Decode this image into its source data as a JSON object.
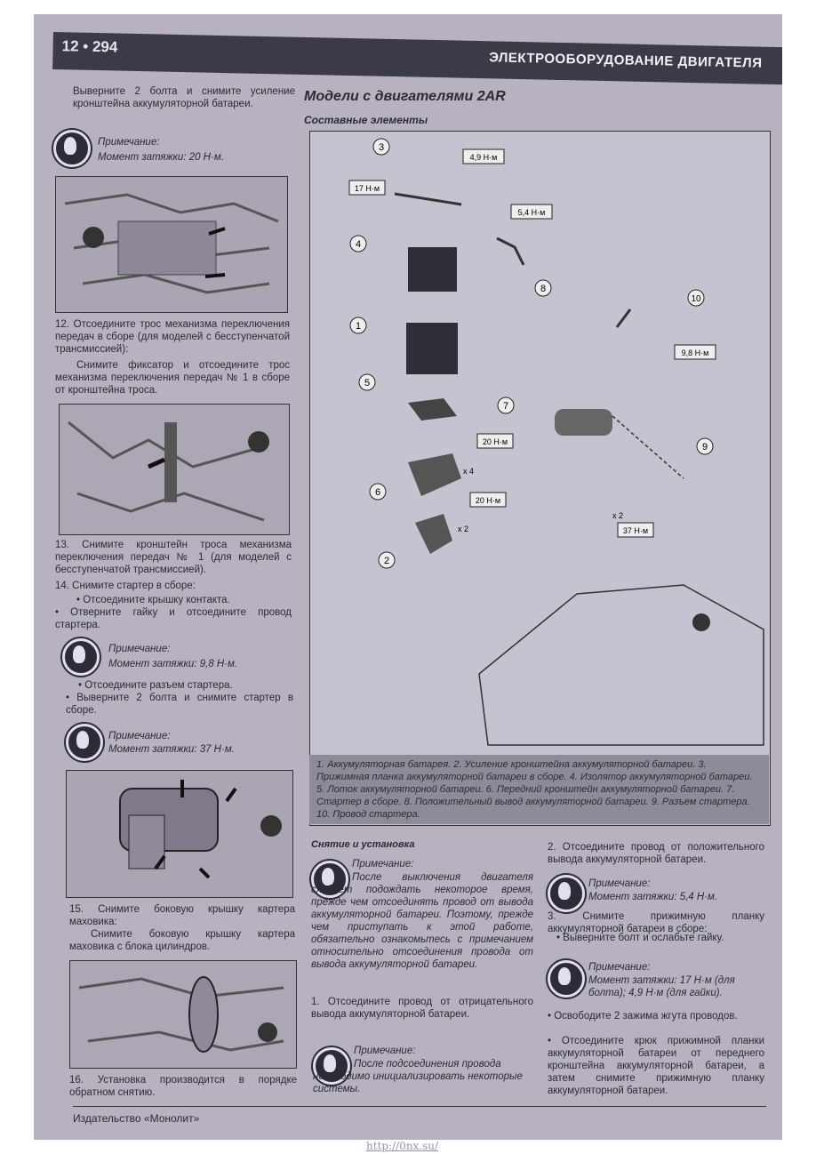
{
  "header": {
    "page_number": "12 • 294",
    "section_title": "ЭЛЕКТРООБОРУДОВАНИЕ ДВИГАТЕЛЯ"
  },
  "left": {
    "intro": "Выверните 2 болта и снимите усиление кронштейна аккумуляторной батареи.",
    "note1_title": "Примечание:",
    "note1_text": "Момент затяжки: 20 Н·м.",
    "step12": "12. Отсоедините трос механизма переключения передач в сборе (для моделей с бесступенчатой трансмиссией):",
    "step12b": "Снимите фиксатор и отсоедините трос механизма переключения передач № 1 в сборе от кронштейна троса.",
    "step13": "13. Снимите кронштейн троса механизма переключения передач № 1 (для моделей с бесступенчатой трансмиссией).",
    "step14": "14. Снимите стартер в сборе:",
    "bullet1": "Отсоедините крышку контакта.",
    "bullet2": "Отверните гайку и отсоедините провод стартера.",
    "note2_title": "Примечание:",
    "note2_text": "Момент затяжки: 9,8 Н·м.",
    "bullet3": "Отсоедините разъем стартера.",
    "bullet4": "Выверните 2 болта и снимите стартер в сборе.",
    "note3_title": "Примечание:",
    "note3_text": "Момент затяжки: 37 Н·м.",
    "step15": "15. Снимите боковую крышку картера маховика:",
    "step15b": "Снимите боковую крышку картера маховика с блока цилиндров.",
    "step16": "16. Установка производится в порядке обратном снятию."
  },
  "right": {
    "title": "Модели с двигателями 2AR",
    "subtitle": "Составные элементы",
    "torques": [
      "4,9 Н·м",
      "17 Н·м",
      "5,4 Н·м",
      "9,8 Н·м",
      "20 Н·м",
      "20 Н·м",
      "37 Н·м"
    ],
    "multipliers": [
      "x 4",
      "x 2",
      "x 2"
    ],
    "callouts": [
      "3",
      "4",
      "8",
      "1",
      "10",
      "5",
      "7",
      "9",
      "6",
      "2"
    ],
    "caption": "1. Аккумуляторная батарея. 2. Усиление кронштейна аккумуляторной батареи. 3. Прижимная планка аккумуляторной батареи в сборе. 4. Изолятор аккумуляторной батареи. 5. Лоток аккумуляторной батареи. 6. Передний кронштейн аккумуляторной батареи. 7. Стартер в сборе. 8. Положительный вывод аккумуляторной батареи. 9. Разъем стартера. 10. Провод стартера.",
    "removal_title": "Снятие и установка",
    "note4_title": "Примечание:",
    "note4_text": "После выключения двигателя следует подождать некоторое время, прежде чем отсоединять провод от вывода аккумуляторной батареи. Поэтому, прежде чем приступать к этой работе, обязательно ознакомьтесь с примечанием относительно отсоединения провода от вывода аккумуляторной батареи.",
    "step1": "1. Отсоедините провод от отрицательного вывода аккумуляторной батареи.",
    "note5_title": "Примечание:",
    "note5_text": "После подсоединения провода необходимо инициализировать некоторые системы.",
    "step2": "2. Отсоедините провод от положительного вывода аккумуляторной батареи.",
    "note6_title": "Примечание:",
    "note6_text": "Момент затяжки: 5,4 Н·м.",
    "step3": "3. Снимите прижимную планку аккумуляторной батареи в сборе:",
    "bullet5": "Выверните болт и ослабьте гайку.",
    "note7_title": "Примечание:",
    "note7_text": "Момент затяжки: 17 Н·м (для болта); 4,9 Н·м (для гайки).",
    "bullet6": "Освободите 2 зажима жгута проводов.",
    "bullet7": "Отсоедините крюк прижимной планки аккумуляторной батареи от переднего кронштейна аккумуляторной батареи, а затем снимите прижимную планку аккумуляторной батареи."
  },
  "footer": {
    "publisher": "Издательство «Монолит»",
    "url": "http://0nx.su/"
  }
}
